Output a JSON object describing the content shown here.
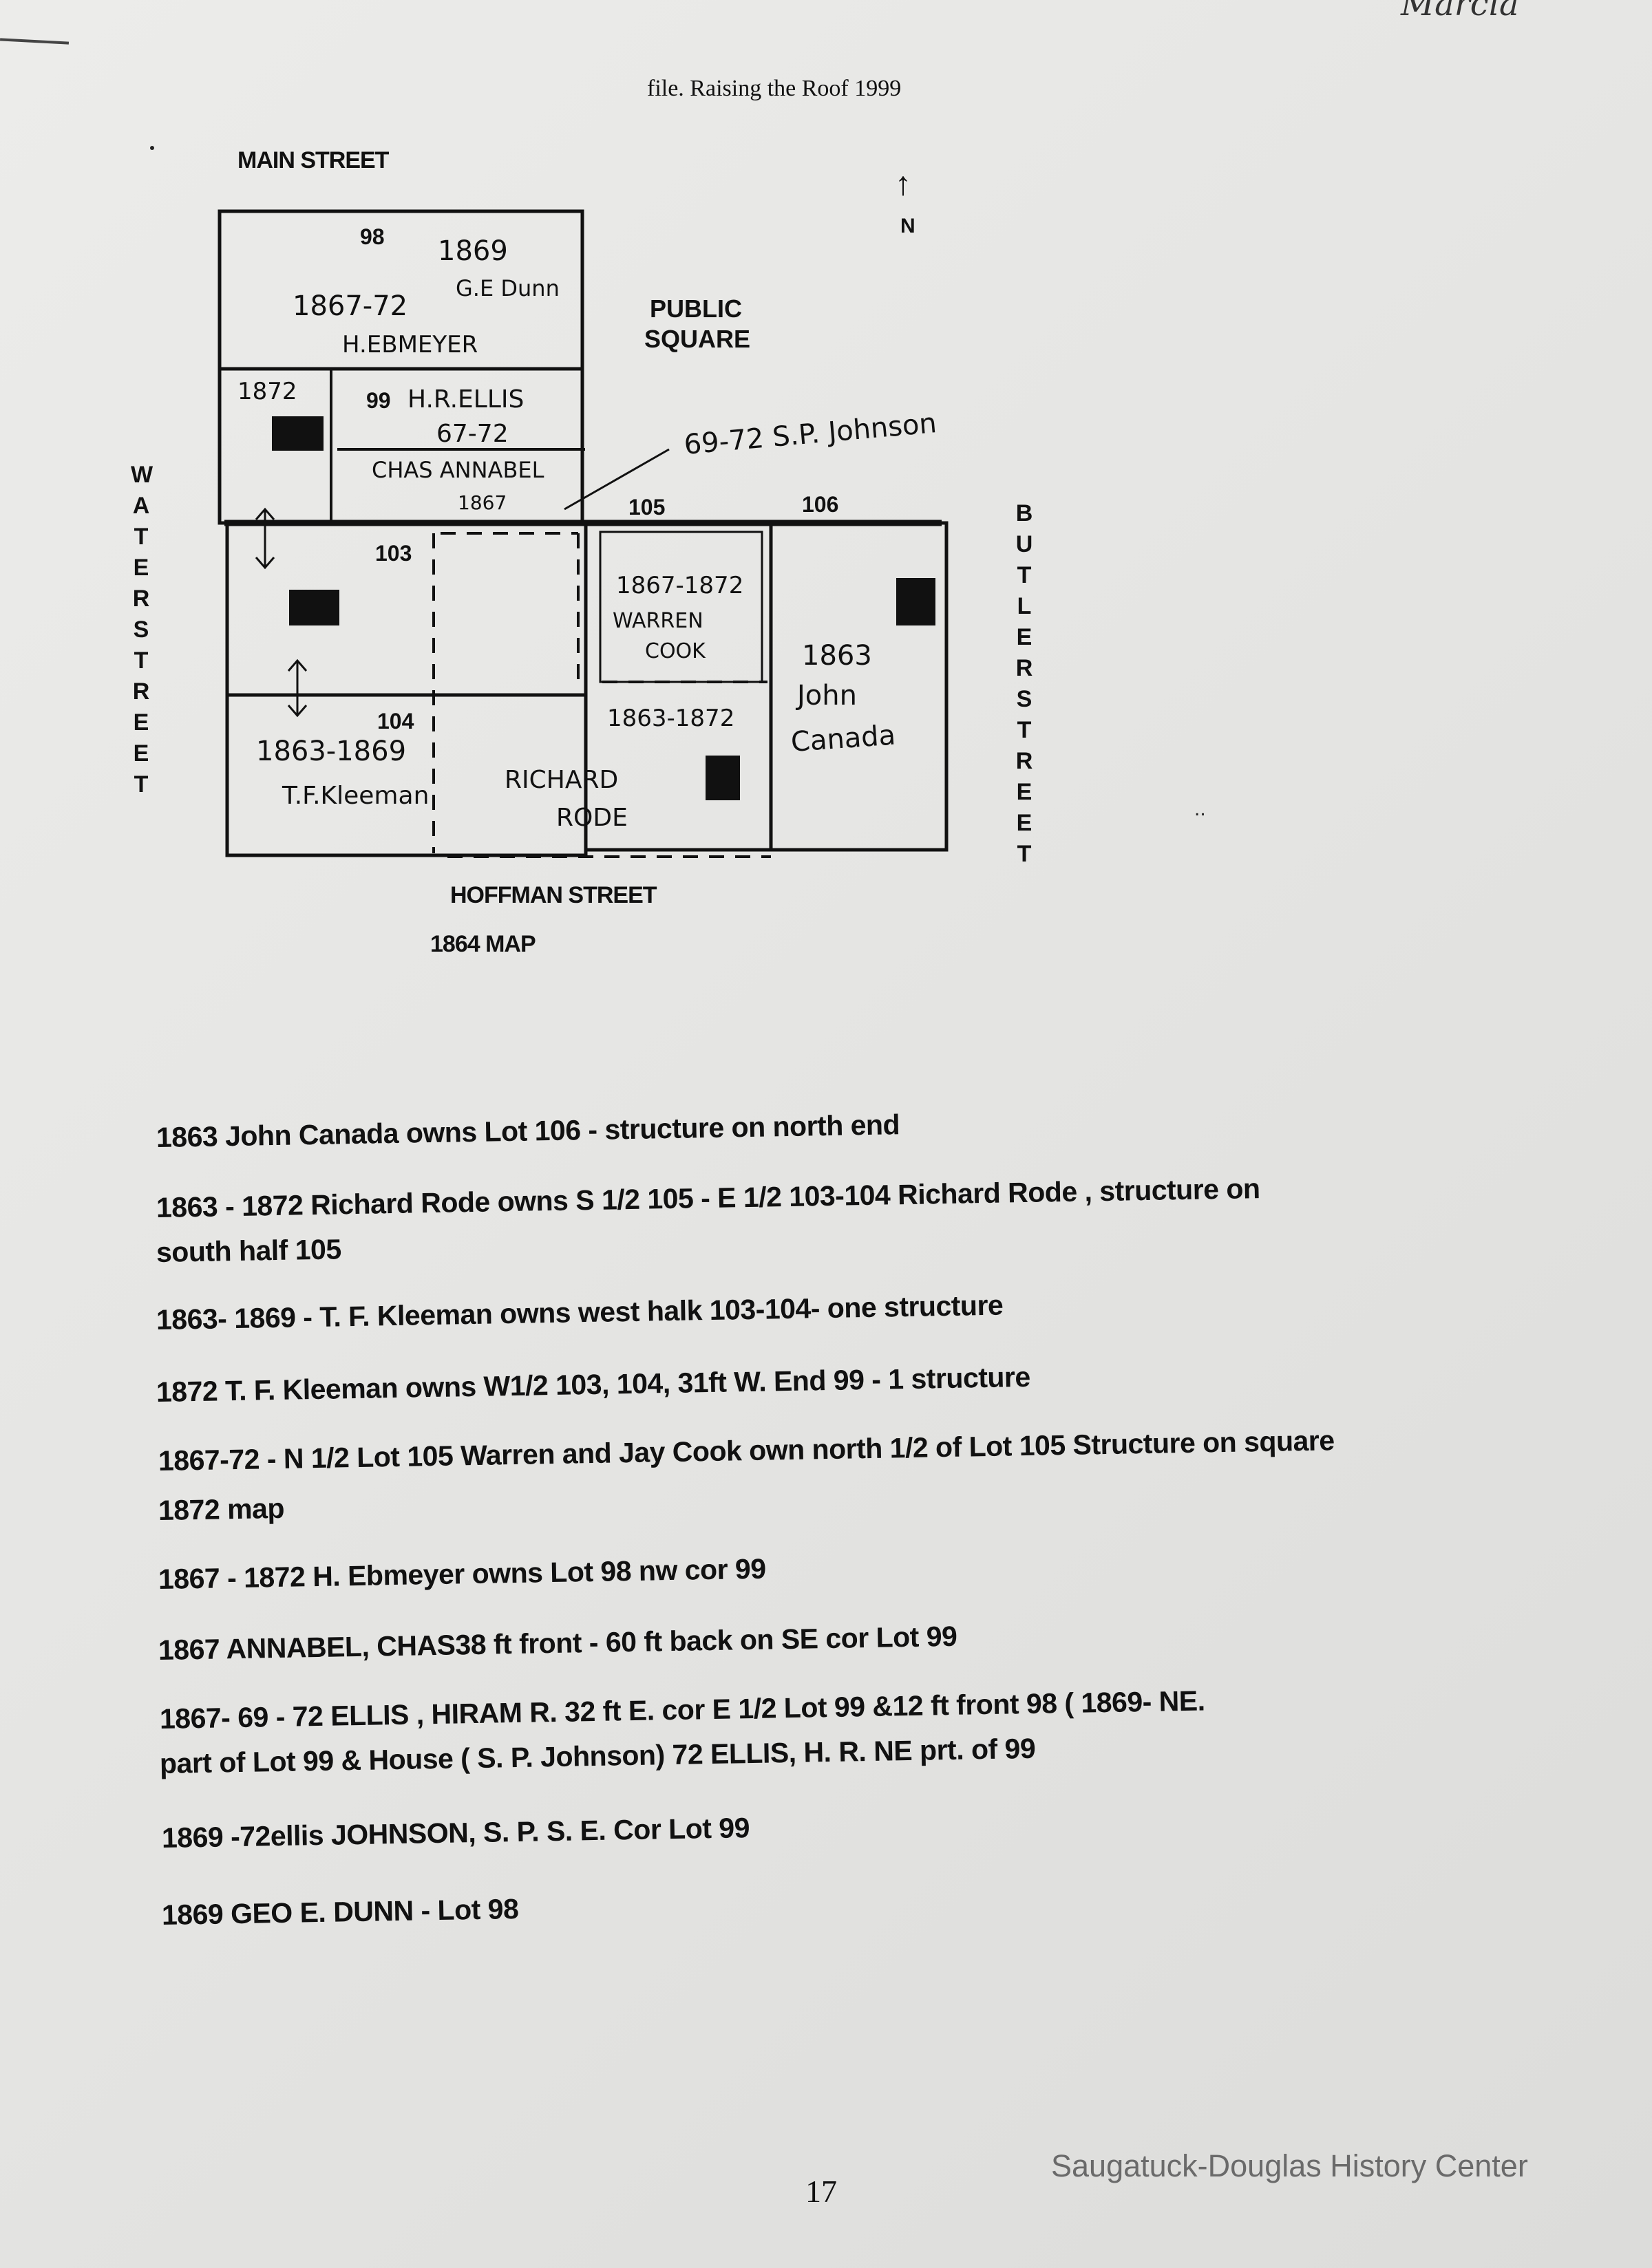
{
  "corner_note": "Marcia",
  "header": "file. Raising the Roof 1999",
  "map": {
    "streets": {
      "north": "MAIN STREET",
      "south": "HOFFMAN STREET",
      "west": "WATER STREET",
      "east": "BUTLER STREET"
    },
    "public_square": [
      "PUBLIC",
      "SQUARE"
    ],
    "north_label": "N",
    "caption": "1864 MAP",
    "lots": [
      "98",
      "99",
      "103",
      "104",
      "105",
      "106"
    ],
    "notes": {
      "n98_year": "1869",
      "n98_owner": "G.E Dunn",
      "n98_years2": "1867-72",
      "n98_owner2": "H.EBMEYER",
      "n99_year": "1872",
      "n99_owner": "H.R.ELLIS",
      "n99_years": "67-72",
      "n99_annabel": "CHAS ANNABEL",
      "n99_annabel_year": "1867",
      "johnson": "69-72 S.P. Johnson",
      "n105_years": "1867-1872",
      "n105_owner1": "WARREN",
      "n105_owner2": "COOK",
      "n105_south_years": "1863-1872",
      "n106_year": "1863",
      "n106_owner1": "John",
      "n106_owner2": "Canada",
      "n104_years": "1863-1869",
      "n104_owner": "T.F.Kleeman",
      "rode1": "RICHARD",
      "rode2": "RODE"
    }
  },
  "entries": [
    "1863  John Canada owns Lot 106  - structure on north end",
    "1863 - 1872 Richard Rode owns  S 1/2 105 - E 1/2 103-104 Richard Rode  , structure on",
    "south half 105",
    "1863- 1869 -   T. F. Kleeman owns west halk 103-104-  one structure",
    "1872 T. F. Kleeman owns  W1/2 103, 104, 31ft W. End 99 - 1 structure",
    "1867-72 - N 1/2 Lot 105 Warren and Jay Cook own north 1/2 of Lot 105 Structure on square",
    "1872 map",
    "1867 - 1872  H. Ebmeyer  owns Lot 98  nw cor 99",
    "1867 ANNABEL, CHAS38 ft front - 60 ft back  on SE cor Lot 99",
    "1867- 69 - 72   ELLIS , HIRAM R.  32 ft E. cor E 1/2 Lot 99 &12 ft front 98         ( 1869- NE.",
    "part of Lot 99 & House ( S. P. Johnson) 72  ELLIS, H. R. NE prt. of 99",
    "1869 -72ellis JOHNSON, S. P.  S. E. Cor Lot 99",
    "1869 GEO E. DUNN - Lot 98"
  ],
  "page_number": "17",
  "watermark": "Saugatuck-Douglas History Center"
}
